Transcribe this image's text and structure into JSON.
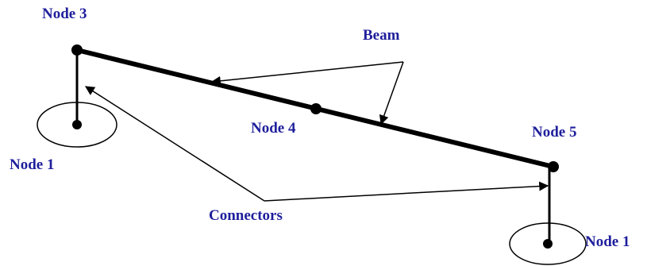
{
  "diagram": {
    "labels": {
      "node3": "Node 3",
      "node4": "Node 4",
      "node5": "Node 5",
      "node1_left": "Node 1",
      "node1_right": "Node 1",
      "beam": "Beam",
      "connectors": "Connectors"
    },
    "colors": {
      "label_text": "#1f1f9c",
      "lines": "#000000",
      "background": "#ffffff"
    }
  }
}
